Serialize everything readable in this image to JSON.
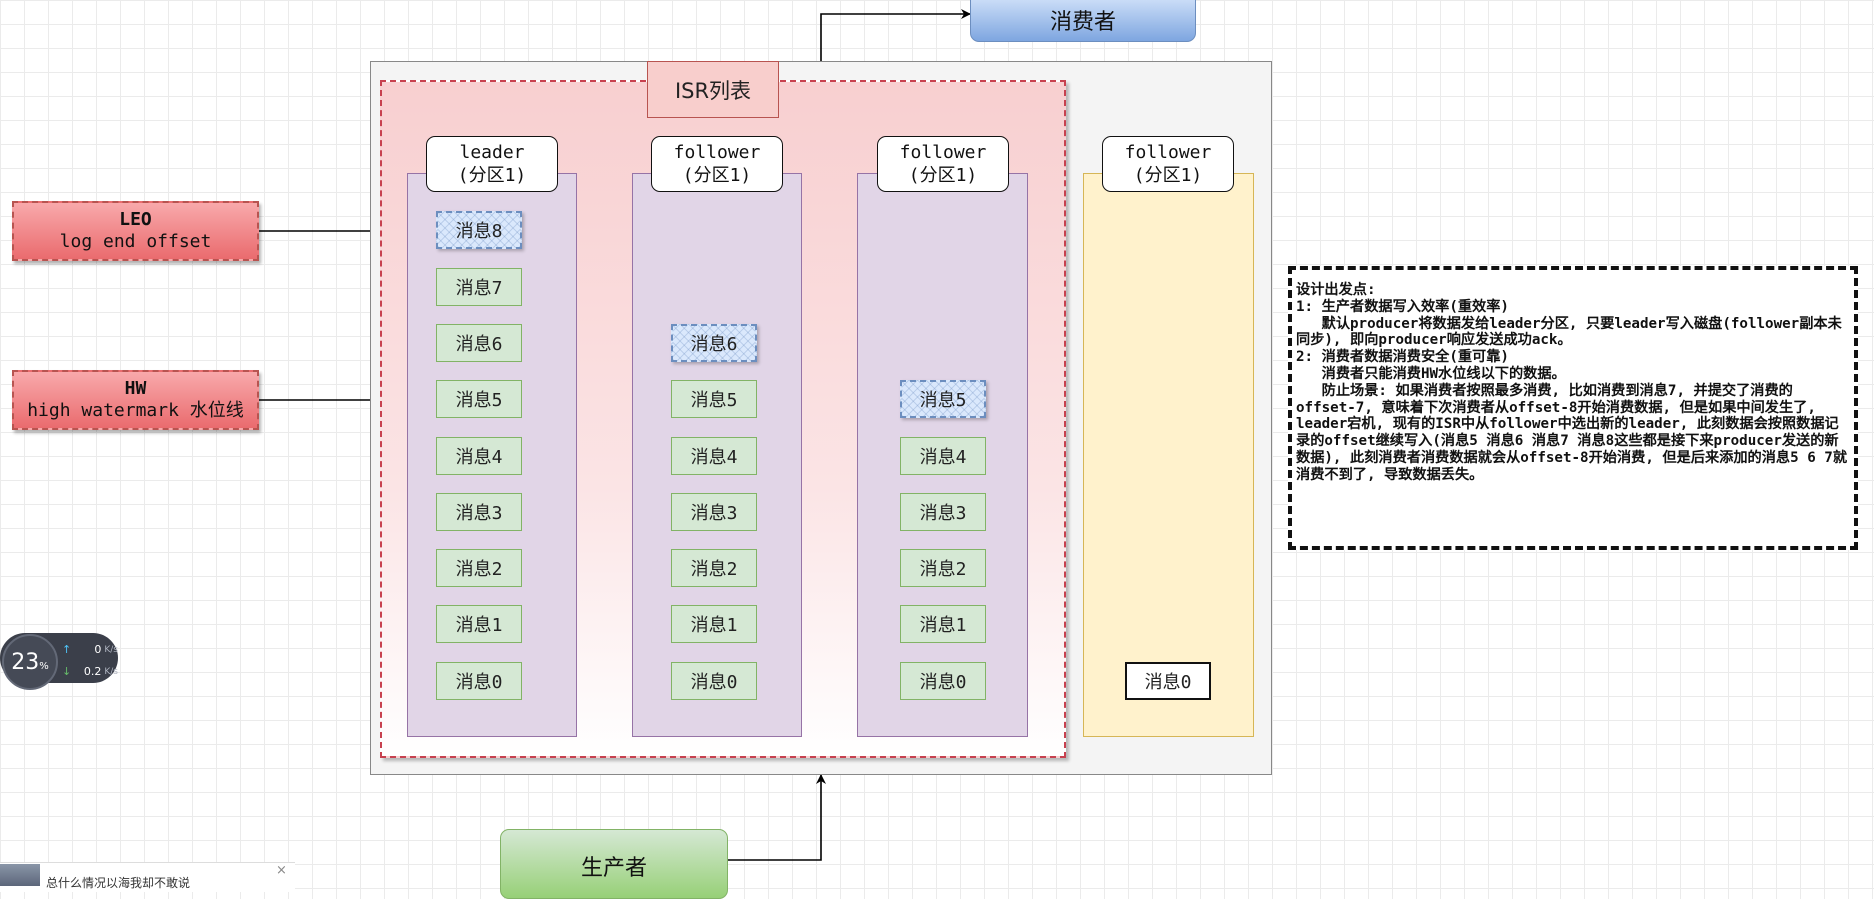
{
  "consumer": {
    "label": "消费者"
  },
  "producer": {
    "label": "生产者"
  },
  "isr": {
    "title": "ISR列表"
  },
  "columns": [
    {
      "role": "leader",
      "partition": "(分区1)"
    },
    {
      "role": "follower",
      "partition": "(分区1)"
    },
    {
      "role": "follower",
      "partition": "(分区1)"
    },
    {
      "role": "follower",
      "partition": "(分区1)"
    }
  ],
  "messages": {
    "m8": "消息8",
    "m7": "消息7",
    "m6": "消息6",
    "m5": "消息5",
    "m4": "消息4",
    "m3": "消息3",
    "m2": "消息2",
    "m1": "消息1",
    "m0": "消息0"
  },
  "leo": {
    "title": "LEO",
    "subtitle": "log end offset"
  },
  "hw": {
    "title": "HW",
    "subtitle": "high watermark 水位线"
  },
  "note": {
    "lines": [
      "设计出发点:",
      "1: 生产者数据写入效率(重效率)",
      "   默认producer将数据发给leader分区, 只要leader写入磁盘(follower副本未同步), 即向producer响应发送成功ack。",
      "",
      "2: 消费者数据消费安全(重可靠)",
      "   消费者只能消费HW水位线以下的数据。",
      "",
      "   防止场景: 如果消费者按照最多消费, 比如消费到消息7, 并提交了消费的offset-7, 意味着下次消费者从offset-8开始消费数据, 但是如果中间发生了, leader宕机, 现有的ISR中从follower中选出新的leader, 此刻数据会按照数据记录的offset继续写入(消息5 消息6 消息7 消息8这些都是接下来producer发送的新数据), 此刻消费者消费数据就会从offset-8开始消费, 但是后来添加的消息5 6 7就消费不到了, 导致数据丢失。"
    ]
  },
  "widget": {
    "percent": "23",
    "percent_unit": "%",
    "up": "0",
    "down": "0.2",
    "unit": "K/s"
  },
  "bottom_bar": {
    "text": "总什么情况以海我却不敢说",
    "close": "×"
  },
  "colors": {
    "leader_col": "#e1d5e7",
    "follower_off_isr": "#fff2cc",
    "message": "#d5e8d4",
    "isr_border": "#c7414f"
  }
}
